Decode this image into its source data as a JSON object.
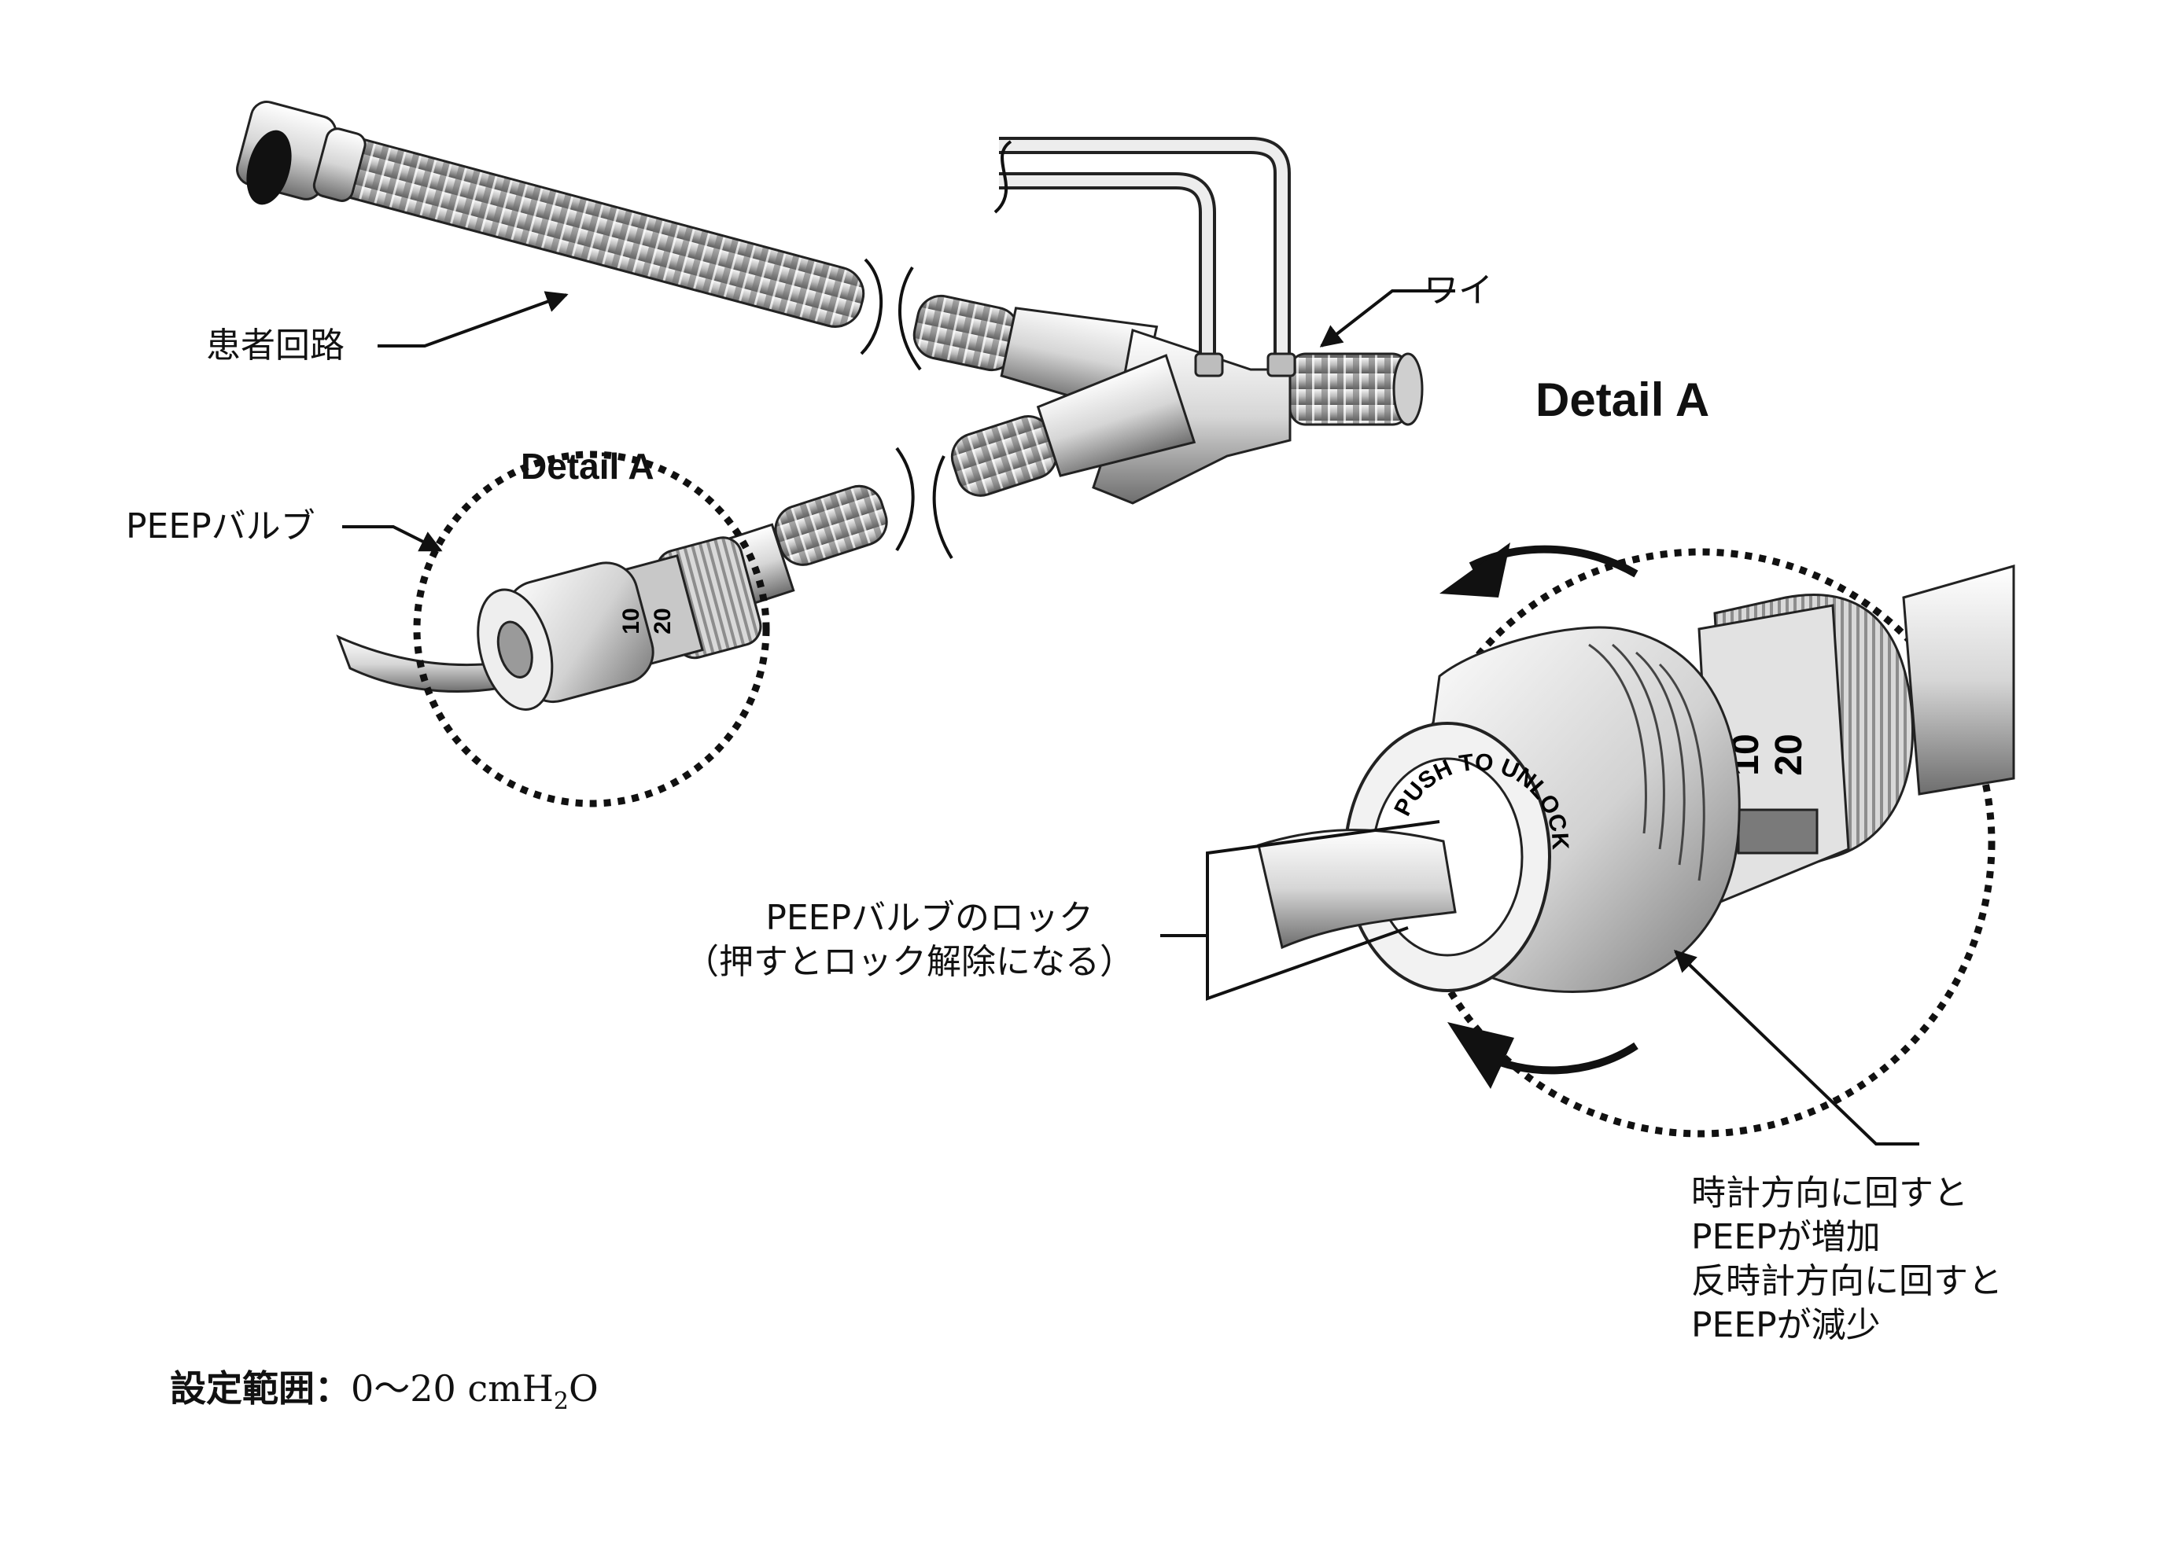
{
  "labels": {
    "patient_circuit": "患者回路",
    "wye": "ワイ",
    "peep_valve": "PEEPバルブ",
    "detail_small": "Detail A",
    "detail_big": "Detail A",
    "lock_line1": "PEEPバルブのロック",
    "lock_line2": "（押すとロック解除になる）",
    "rotate_line1": "時計方向に回すと",
    "rotate_line2": "PEEPが増加",
    "rotate_line3": "反時計方向に回すと",
    "rotate_line4": "PEEPが減少"
  },
  "valve_markings": {
    "push_to_unlock": "PUSH TO UNLOCK",
    "scale_a": "10",
    "scale_b": "20"
  },
  "range": {
    "key": "設定範囲：",
    "value_prefix": "0〜20 cmH",
    "value_sub": "2",
    "value_suffix": "O"
  }
}
